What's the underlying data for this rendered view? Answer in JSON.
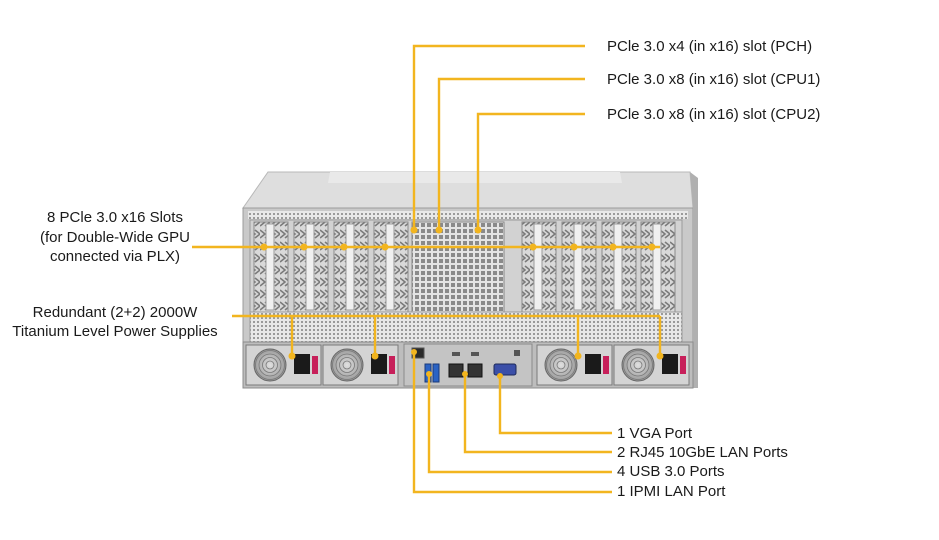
{
  "callouts": {
    "top": [
      "PCle 3.0 x4 (in x16) slot (PCH)",
      "PCle 3.0 x8 (in x16) slot (CPU1)",
      "PCle 3.0 x8 (in x16) slot (CPU2)"
    ],
    "left_slots": [
      "8 PCle 3.0 x16 Slots",
      "(for Double-Wide GPU",
      "connected via PLX)"
    ],
    "left_power": [
      "Redundant  (2+2) 2000W",
      "Titanium  Level Power Supplies"
    ],
    "bottom": [
      "1 VGA Port",
      "2 RJ45  10GbE LAN Ports",
      "4 USB 3.0 Ports",
      "1 IPMI  LAN Port"
    ]
  },
  "colors": {
    "callout_line": "#f2b51f",
    "chassis_top": "#dcdcdc",
    "chassis_face": "#c8c8c8"
  },
  "server": {
    "gpu_slot_count": 8,
    "power_supply_count": 4
  }
}
